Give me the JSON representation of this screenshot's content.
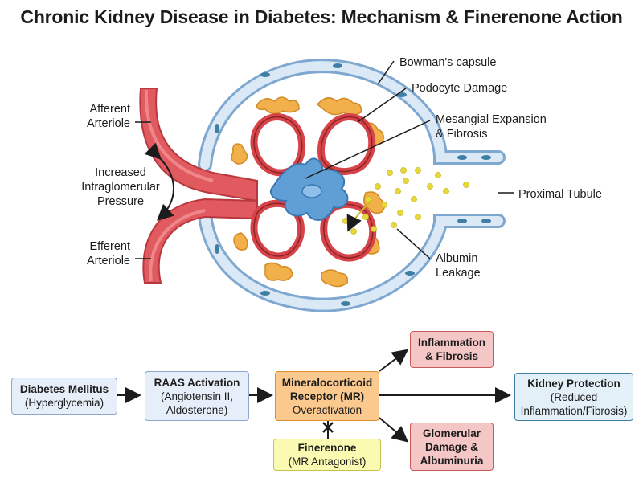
{
  "title": "Chronic Kidney Disease in Diabetes: Mechanism & Finerenone Action",
  "anatomy_labels": {
    "bowmans_capsule": "Bowman's capsule",
    "podocyte_damage": "Podocyte Damage",
    "mesangial_line1": "Mesangial Expansion",
    "mesangial_line2": "& Fibrosis",
    "proximal_tubule": "Proximal Tubule",
    "albumin_line1": "Albumin",
    "albumin_line2": "Leakage",
    "afferent_line1": "Afferent",
    "afferent_line2": "Arteriole",
    "efferent_line1": "Efferent",
    "efferent_line2": "Arteriole",
    "pressure_line1": "Increased",
    "pressure_line2": "Intraglomerular",
    "pressure_line3": "Pressure"
  },
  "flow": {
    "diabetes": {
      "title": "Diabetes Mellitus",
      "sub": "(Hyperglycemia)"
    },
    "raas": {
      "title": "RAAS Activation",
      "sub1": "(Angiotensin II,",
      "sub2": "Aldosterone)"
    },
    "mr": {
      "title1": "Mineralocorticoid",
      "title2": "Receptor (MR)",
      "sub": "Overactivation"
    },
    "inflammation": {
      "line1": "Inflammation",
      "line2": "& Fibrosis"
    },
    "glomerular": {
      "line1": "Glomerular",
      "line2": "Damage &",
      "line3": "Albuminuria"
    },
    "kidney": {
      "title": "Kidney Protection",
      "sub1": "(Reduced",
      "sub2": "Inflammation/Fibrosis)"
    },
    "finerenone": {
      "title": "Finerenone",
      "sub": "(MR Antagonist)"
    }
  },
  "colors": {
    "vessel": "#e05a5f",
    "capsule": "#7fa8d0",
    "mesangium": "#5f9fd6",
    "podocyte": "#f2b04a",
    "albumin": "#e8d93a"
  }
}
